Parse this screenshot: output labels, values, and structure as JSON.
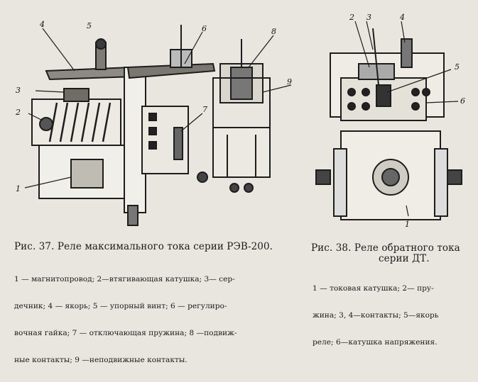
{
  "figure37": {
    "labels": [
      "1",
      "2",
      "3",
      "4",
      "5",
      "6",
      "7",
      "8",
      "9"
    ],
    "title": "Рис. 37. Реле максимального тока серии РЭВ-200.",
    "caption_lines": [
      "1 — магнитопровод; 2—втягивающая катушка; 3— сер-",
      "дечник; 4 — якорь; 5 — упорный винт; 6 — регулиро-",
      "вочная гайка; 7 — отключающая пружина; 8 —подвиж-",
      "ные контакты; 9 —неподвижные контакты."
    ]
  },
  "figure38": {
    "labels": [
      "2",
      "3",
      "4",
      "5",
      "6",
      "1"
    ],
    "title_lines": [
      "Рис. 38. Реле обратного тока",
      "серии ДТ."
    ],
    "caption_lines": [
      "1 — токовая катушка; 2— пру-",
      "жина; 3, 4—контакты; 5—якорь",
      "реле; 6—катушка напряжения."
    ]
  }
}
